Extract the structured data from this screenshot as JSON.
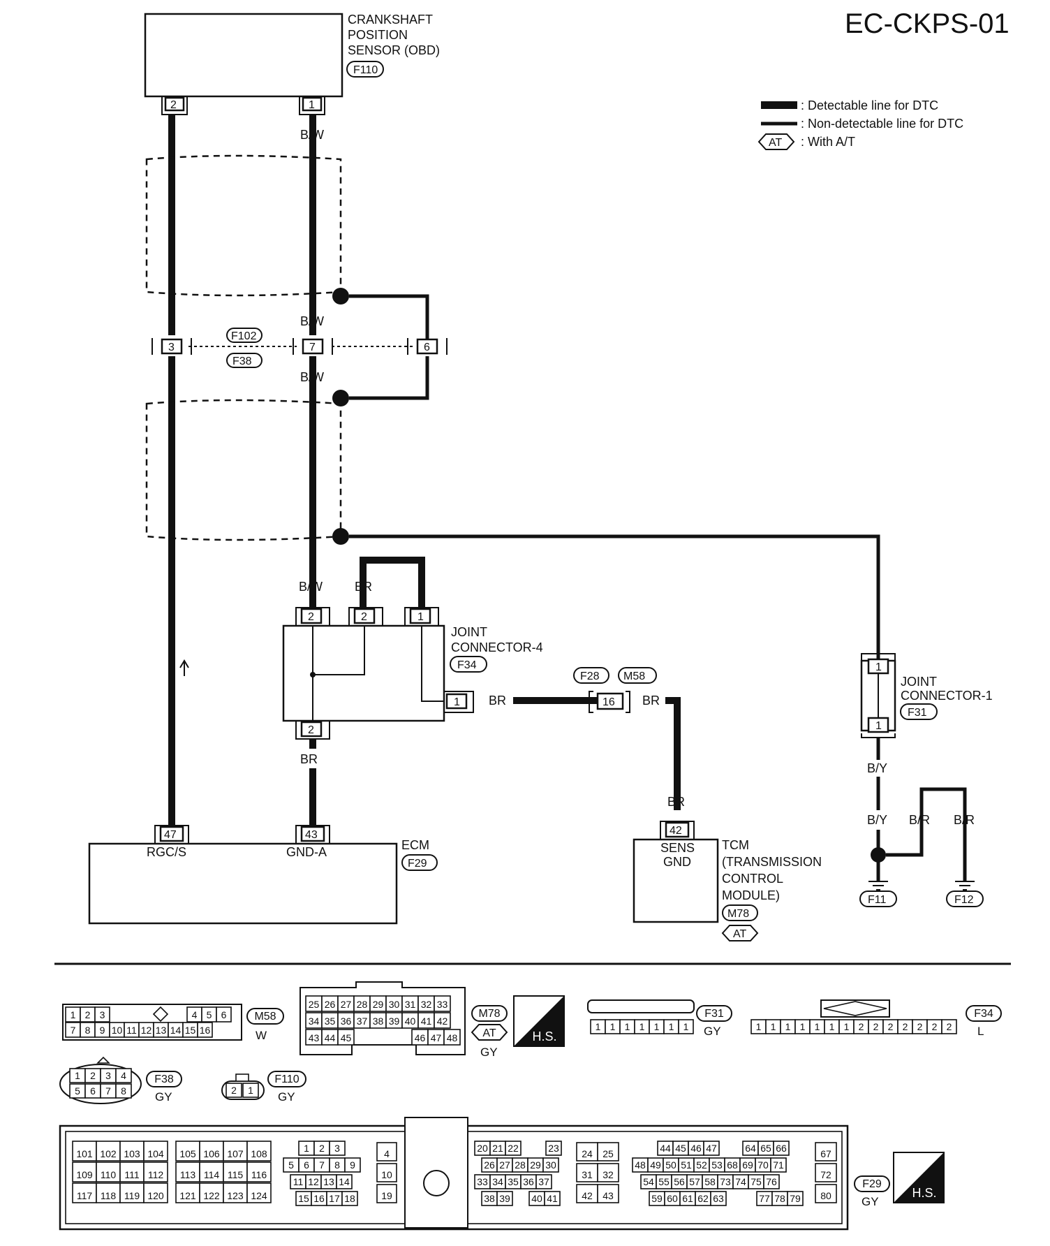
{
  "diagram_id": "EC-CKPS-01",
  "legend": {
    "detectable": ": Detectable line for DTC",
    "non_detectable": ": Non-detectable line for DTC",
    "with_at_code": "AT",
    "with_at": ": With A/T"
  },
  "sensor": {
    "line1": "CRANKSHAFT",
    "line2": "POSITION",
    "line3": "SENSOR (OBD)",
    "code": "F110",
    "pin_left": "2",
    "pin_right": "1"
  },
  "wires": {
    "l": "L",
    "bw": "B/W",
    "br": "BR",
    "by": "B/Y",
    "brr": "B/R"
  },
  "inline_connector": {
    "code_top": "F102",
    "code_bottom": "F38",
    "pin_left": "3",
    "pin_mid": "7",
    "pin_right": "6"
  },
  "joint4": {
    "line1": "JOINT",
    "line2": "CONNECTOR-4",
    "code": "F34",
    "pin_top_a": "2",
    "pin_top_b": "2",
    "pin_top_c": "1",
    "pin_side": "1",
    "pin_bottom": "2"
  },
  "inline2": {
    "code_a": "F28",
    "code_b": "M58",
    "pin": "16"
  },
  "joint1": {
    "line1": "JOINT",
    "line2": "CONNECTOR-1",
    "code": "F31",
    "pin_top": "1",
    "pin_bottom": "1"
  },
  "ecm": {
    "label": "ECM",
    "code": "F29",
    "pin_a": "47",
    "pin_a_name": "RGC/S",
    "pin_b": "43",
    "pin_b_name": "GND-A"
  },
  "tcm": {
    "pin": "42",
    "pin_name1": "SENS",
    "pin_name2": "GND",
    "line1": "TCM",
    "line2": "(TRANSMISSION",
    "line3": "CONTROL",
    "line4": "MODULE)",
    "code": "M78",
    "at_code": "AT"
  },
  "grounds": {
    "g1": "F11",
    "g2": "F12"
  },
  "connector_views": {
    "m58": {
      "code": "M58",
      "color": "W",
      "row1": [
        "1",
        "2",
        "3",
        "4",
        "5",
        "6"
      ],
      "row2": [
        "7",
        "8",
        "9",
        "10",
        "11",
        "12",
        "13",
        "14",
        "15",
        "16"
      ]
    },
    "m78": {
      "code": "M78",
      "at": "AT",
      "color": "GY",
      "hs": "H.S.",
      "row1": [
        "25",
        "26",
        "27",
        "28",
        "29",
        "30",
        "31",
        "32",
        "33"
      ],
      "row2": [
        "34",
        "35",
        "36",
        "37",
        "38",
        "39",
        "40",
        "41",
        "42"
      ],
      "row3a": [
        "43",
        "44",
        "45"
      ],
      "row3b": [
        "46",
        "47",
        "48"
      ]
    },
    "f31": {
      "code": "F31",
      "color": "GY",
      "pins": [
        "1",
        "1",
        "1",
        "1",
        "1",
        "1",
        "1"
      ]
    },
    "f34": {
      "code": "F34",
      "color": "L",
      "pins": [
        "1",
        "1",
        "1",
        "1",
        "1",
        "1",
        "1",
        "2",
        "2",
        "2",
        "2",
        "2",
        "2",
        "2"
      ]
    },
    "f38": {
      "code": "F38",
      "color": "GY",
      "row1": [
        "1",
        "2",
        "3",
        "4"
      ],
      "row2": [
        "5",
        "6",
        "7",
        "8"
      ]
    },
    "f110": {
      "code": "F110",
      "color": "GY",
      "pins": [
        "2",
        "1"
      ]
    },
    "f29": {
      "code": "F29",
      "color": "GY",
      "hs": "H.S.",
      "g1": [
        [
          "101",
          "102",
          "103",
          "104"
        ],
        [
          "109",
          "110",
          "111",
          "112"
        ],
        [
          "117",
          "118",
          "119",
          "120"
        ]
      ],
      "g2": [
        [
          "105",
          "106",
          "107",
          "108"
        ],
        [
          "113",
          "114",
          "115",
          "116"
        ],
        [
          "121",
          "122",
          "123",
          "124"
        ]
      ],
      "g3": [
        [
          "1",
          "2",
          "3"
        ],
        [
          "5",
          "6",
          "7",
          "8",
          "9"
        ],
        [
          "11",
          "12",
          "13",
          "14"
        ],
        [
          "15",
          "16",
          "17",
          "18"
        ]
      ],
      "g4": [
        "4",
        "10",
        "19"
      ],
      "g5": [
        [
          "20",
          "21",
          "22",
          "23"
        ],
        [
          "26",
          "27",
          "28",
          "29",
          "30"
        ],
        [
          "33",
          "34",
          "35",
          "36",
          "37"
        ],
        [
          "38",
          "39",
          "40",
          "41"
        ]
      ],
      "g6": [
        [
          "24",
          "25"
        ],
        [
          "31",
          "32"
        ],
        [
          "42",
          "43"
        ]
      ],
      "g7": [
        [
          "44",
          "45",
          "46",
          "47",
          "64",
          "65",
          "66"
        ],
        [
          "48",
          "49",
          "50",
          "51",
          "52",
          "53",
          "68",
          "69",
          "70",
          "71"
        ],
        [
          "54",
          "55",
          "56",
          "57",
          "58",
          "73",
          "74",
          "75",
          "76"
        ],
        [
          "59",
          "60",
          "61",
          "62",
          "63",
          "77",
          "78",
          "79"
        ]
      ],
      "g8": [
        "67",
        "72",
        "80"
      ]
    }
  }
}
